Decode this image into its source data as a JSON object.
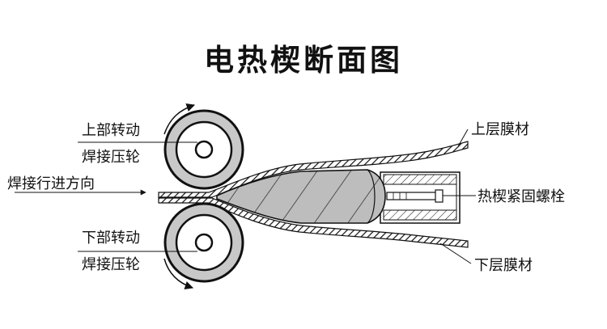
{
  "title": "电热楔断面图",
  "labels": {
    "upper_roller_line1": "上部转动",
    "upper_roller_line2": "焊接压轮",
    "weld_direction": "焊接行进方向",
    "lower_roller_line1": "下部转动",
    "lower_roller_line2": "焊接压轮",
    "upper_film": "上层膜材",
    "wedge_bolt": "热楔紧固螺栓",
    "lower_film": "下层膜材"
  },
  "colors": {
    "roller_fill": "#c8c8c8",
    "wedge_fill": "#bdbdbd",
    "stroke": "#111111",
    "background": "#ffffff"
  }
}
